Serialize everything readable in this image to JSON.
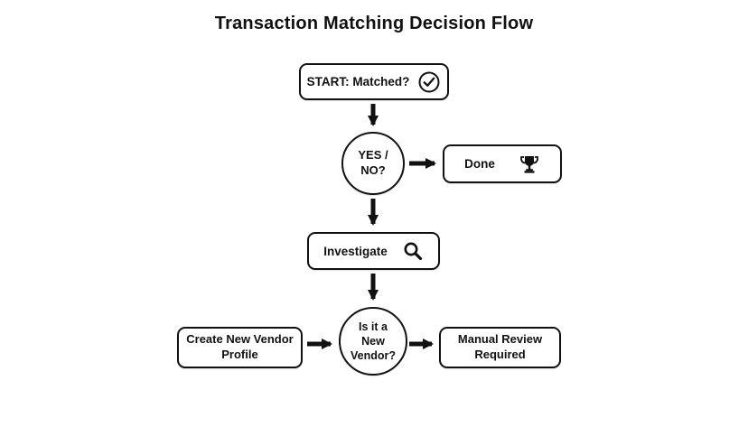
{
  "title": "Transaction Matching Decision Flow",
  "colors": {
    "ink": "#111111",
    "background": "#ffffff"
  },
  "nodes": {
    "start": {
      "label": "START: Matched?",
      "icon": "check-circle-icon"
    },
    "matched_decision": {
      "line1": "YES /",
      "line2": "NO?"
    },
    "done": {
      "label": "Done",
      "icon": "trophy-icon"
    },
    "investigate": {
      "label": "Investigate",
      "icon": "magnifier-icon"
    },
    "new_vendor_decision": {
      "line1": "Is it a",
      "line2": "New",
      "line3": "Vendor?"
    },
    "create_vendor": {
      "line1": "Create New Vendor",
      "line2": "Profile"
    },
    "manual_review": {
      "line1": "Manual Review",
      "line2": "Required"
    }
  }
}
